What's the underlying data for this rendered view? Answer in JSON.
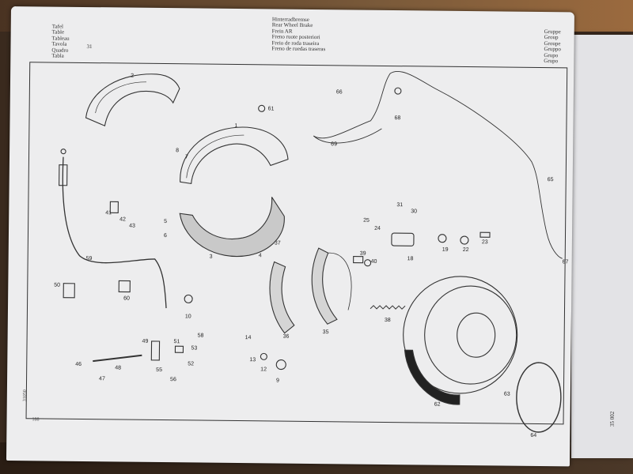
{
  "header": {
    "group_label_left": [
      "Tafel",
      "Table",
      "Tableau",
      "Tavola",
      "Quadro",
      "Tabla"
    ],
    "group_number": "31",
    "title_lines": [
      "Hinterradbremse",
      "Rear Wheel Brake",
      "Frein AR",
      "Freno ruote posteriori",
      "Freio de roda traseira",
      "Freno de ruedas traseras"
    ],
    "group_label_right": [
      "Gruppe",
      "Group",
      "Groupe",
      "Gruppo",
      "Grupo",
      "Grupo"
    ]
  },
  "page_number": "188",
  "side_code": "31050",
  "edge_code": "35 002",
  "part_labels": [
    "2",
    "61",
    "1",
    "8",
    "7",
    "66",
    "68",
    "69",
    "65",
    "41",
    "42",
    "43",
    "5",
    "6",
    "3",
    "4",
    "37",
    "31",
    "25",
    "30",
    "24",
    "23",
    "22",
    "19",
    "18",
    "39",
    "40",
    "59",
    "67",
    "50",
    "60",
    "10",
    "36",
    "35",
    "38",
    "14",
    "13",
    "12",
    "9",
    "49",
    "51",
    "58",
    "53",
    "46",
    "48",
    "47",
    "55",
    "56",
    "52",
    "62",
    "63",
    "64"
  ]
}
